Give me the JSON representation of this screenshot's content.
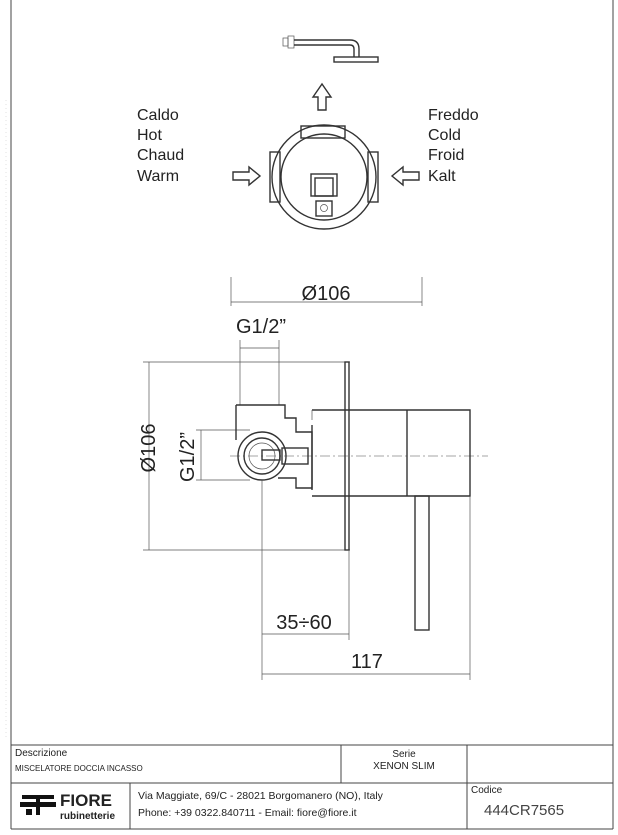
{
  "labels": {
    "hot": [
      "Caldo",
      "Hot",
      "Chaud",
      "Warm"
    ],
    "cold": [
      "Freddo",
      "Cold",
      "Froid",
      "Kalt"
    ]
  },
  "dimensions": {
    "plate_diameter_top": "Ø106",
    "thread_top": "G1/2”",
    "plate_diameter_side": "Ø106",
    "thread_side": "G1/2”",
    "depth_range": "35÷60",
    "total_depth": "117"
  },
  "title_block": {
    "description_label": "Descrizione",
    "description_value": "MISCELATORE DOCCIA INCASSO",
    "series_label": "Serie",
    "series_value": "XENON SLIM",
    "brand_name": "FIORE",
    "brand_sub": "rubinetterie",
    "address": "Via Maggiate, 69/C - 28021 Borgomanero (NO), Italy",
    "contact": "Phone: +39 0322.840711 - Email: fiore@fiore.it",
    "code_label": "Codice",
    "code_value": "444CR7565"
  }
}
